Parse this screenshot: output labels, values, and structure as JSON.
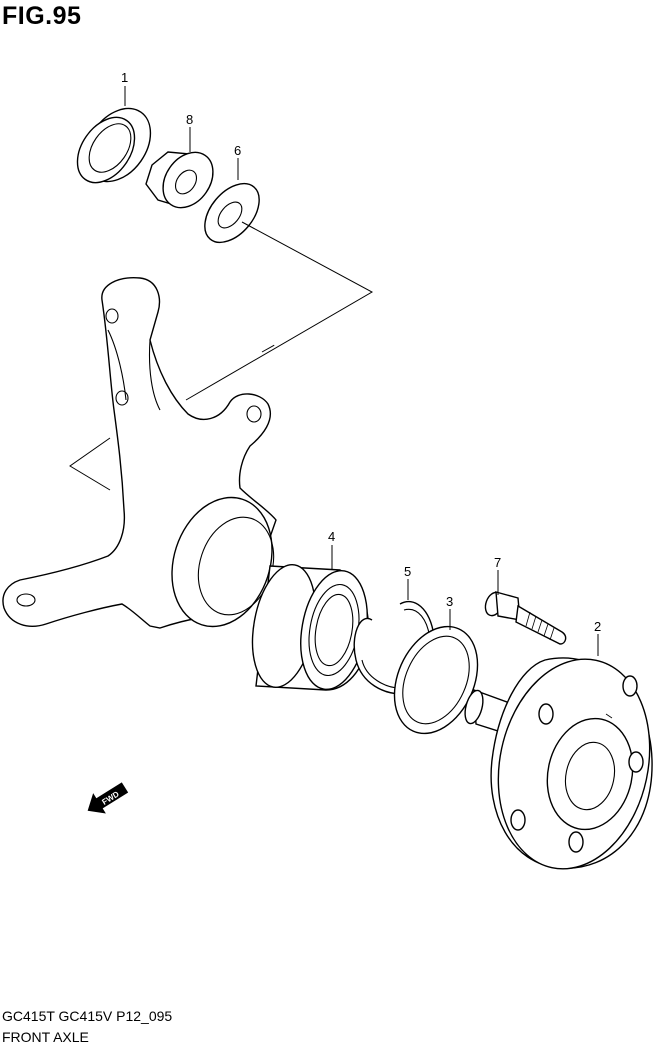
{
  "figure": {
    "title": "FIG.95"
  },
  "footer": {
    "model_line": "GC415T GC415V P12_095",
    "group_name": "FRONT AXLE"
  },
  "fwd_arrow": {
    "label": "FWD",
    "icon": "forward-arrow-icon"
  },
  "callouts": [
    {
      "id": "1",
      "part": "dust-cap"
    },
    {
      "id": "8",
      "part": "hub-nut"
    },
    {
      "id": "6",
      "part": "washer"
    },
    {
      "id": "4",
      "part": "wheel-bearing"
    },
    {
      "id": "5",
      "part": "snap-ring"
    },
    {
      "id": "3",
      "part": "oil-seal"
    },
    {
      "id": "7",
      "part": "hub-bolt"
    },
    {
      "id": "2",
      "part": "wheel-hub"
    }
  ]
}
